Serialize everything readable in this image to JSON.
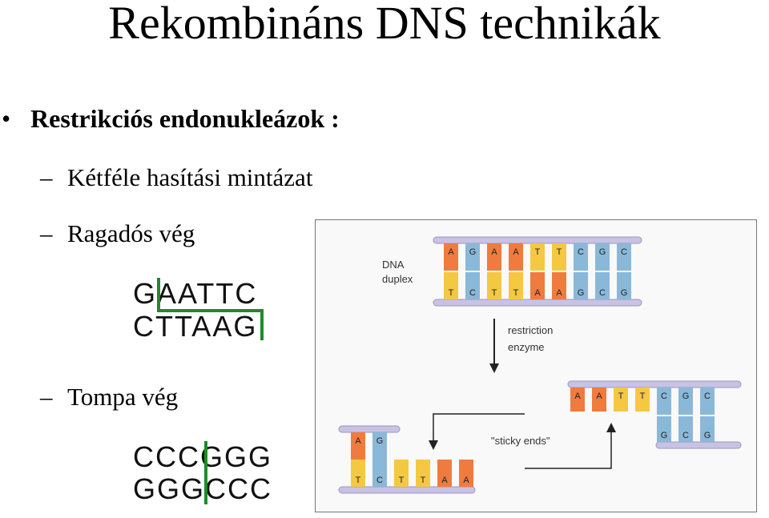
{
  "title": "Rekombináns DNS technikák",
  "bullet": {
    "symbol": "•",
    "text": "Restrikciós endonukleázok :"
  },
  "subitems": [
    {
      "dash": "–",
      "text": "Kétféle hasítási mintázat"
    },
    {
      "dash": "–",
      "text": "Ragadós vég"
    },
    {
      "dash": "–",
      "text": "Tompa vég"
    }
  ],
  "sticky_example": {
    "top": "GAATTC",
    "bottom": "CTTAAG"
  },
  "blunt_example": {
    "top": "CCCGGG",
    "bottom": "GGGCCC"
  },
  "diagram": {
    "label_dna": "DNA",
    "label_duplex": "duplex",
    "label_restriction": "restriction",
    "label_enzyme": "enzyme",
    "label_sticky": "\"sticky ends\"",
    "duplex_top": [
      "A",
      "G",
      "A",
      "A",
      "T",
      "T",
      "C",
      "G",
      "C"
    ],
    "duplex_bottom": [
      "T",
      "C",
      "T",
      "T",
      "A",
      "A",
      "G",
      "C",
      "G"
    ],
    "left_fragment_top": [
      "A",
      "G"
    ],
    "left_fragment_bottom": [
      "T",
      "C",
      "T",
      "T",
      "A",
      "A"
    ],
    "right_fragment_top": [
      "A",
      "A",
      "T",
      "T",
      "C",
      "G",
      "C"
    ],
    "right_fragment_bottom": [
      "G",
      "C",
      "G"
    ],
    "colors": {
      "A": "#f07b3f",
      "T": "#f5c842",
      "G": "#8ab8d9",
      "C": "#8ab8d9",
      "backbone": "#c9c3e3",
      "line": "#1f8a2a"
    }
  }
}
